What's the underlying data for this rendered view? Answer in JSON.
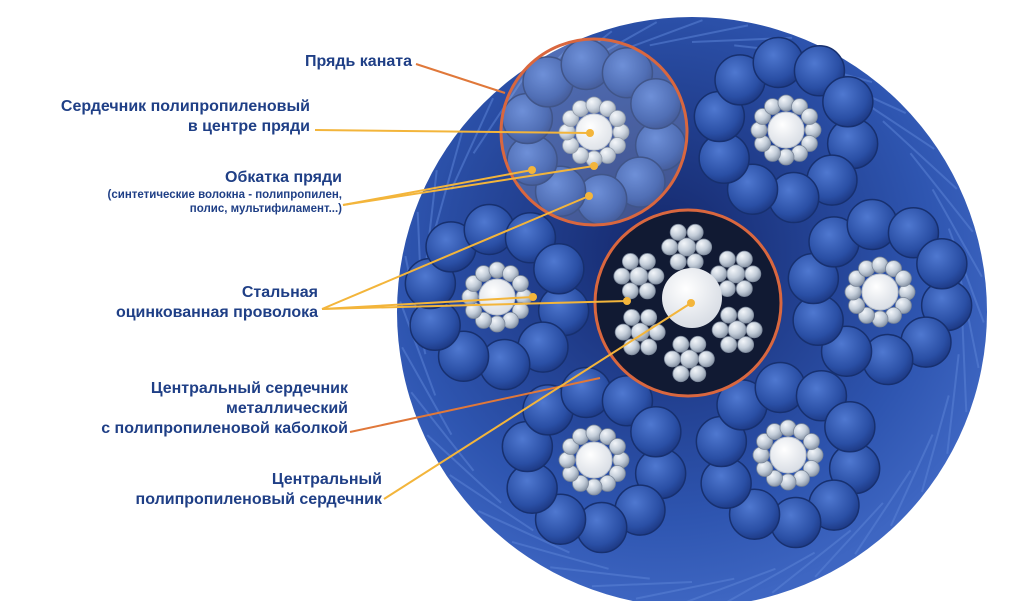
{
  "labels": {
    "strand": "Прядь каната",
    "core_strand_line1": "Сердечник полипропиленовый",
    "core_strand_line2": "в центре пряди",
    "wrap_title": "Обкатка пряди",
    "wrap_sub1": "(синтетические волокна - полипропилен,",
    "wrap_sub2": "полис, мультифиламент...)",
    "steel_line1": "Стальная",
    "steel_line2": "оцинкованная проволока",
    "metal_core_line1": "Центральный сердечник",
    "metal_core_line2": "металлический",
    "metal_core_line3": "с полипропиленовой каболкой",
    "pp_core_line1": "Центральный",
    "pp_core_line2": "полипропиленовый сердечник"
  },
  "colors": {
    "label_text": "#1f3f86",
    "rope_blue": "#2e55b0",
    "rope_dark": "#1e3a85",
    "fiber_blue": "#2f58b6",
    "steel_wire": "#c9d3de",
    "core_white": "#f2f4f7",
    "leader_orange": "#e0783a",
    "leader_yellow": "#f3b53b",
    "highlight_ring": "#d9673f"
  }
}
